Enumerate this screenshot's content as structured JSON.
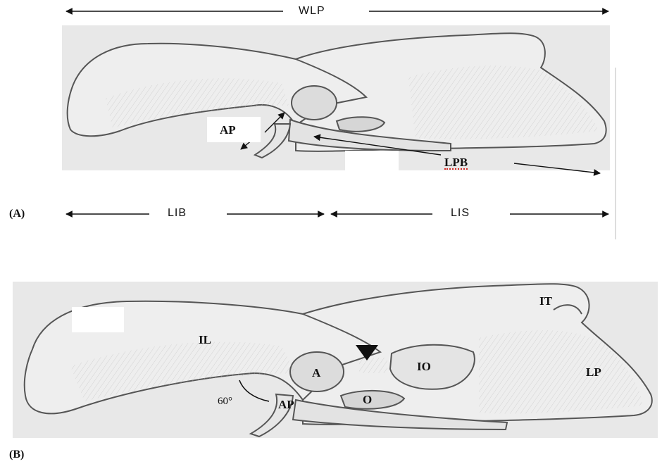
{
  "panel_a": {
    "caption": "(A)",
    "labels": {
      "wlp": "WLP",
      "ap": "AP",
      "lpb": "LPB",
      "lib": "LIB",
      "lis": "LIS"
    }
  },
  "panel_b": {
    "caption": "(B)",
    "labels": {
      "il": "IL",
      "it": "IT",
      "a": "A",
      "io": "IO",
      "lp": "LP",
      "o": "O",
      "ap": "AP",
      "angle": "60°"
    }
  }
}
